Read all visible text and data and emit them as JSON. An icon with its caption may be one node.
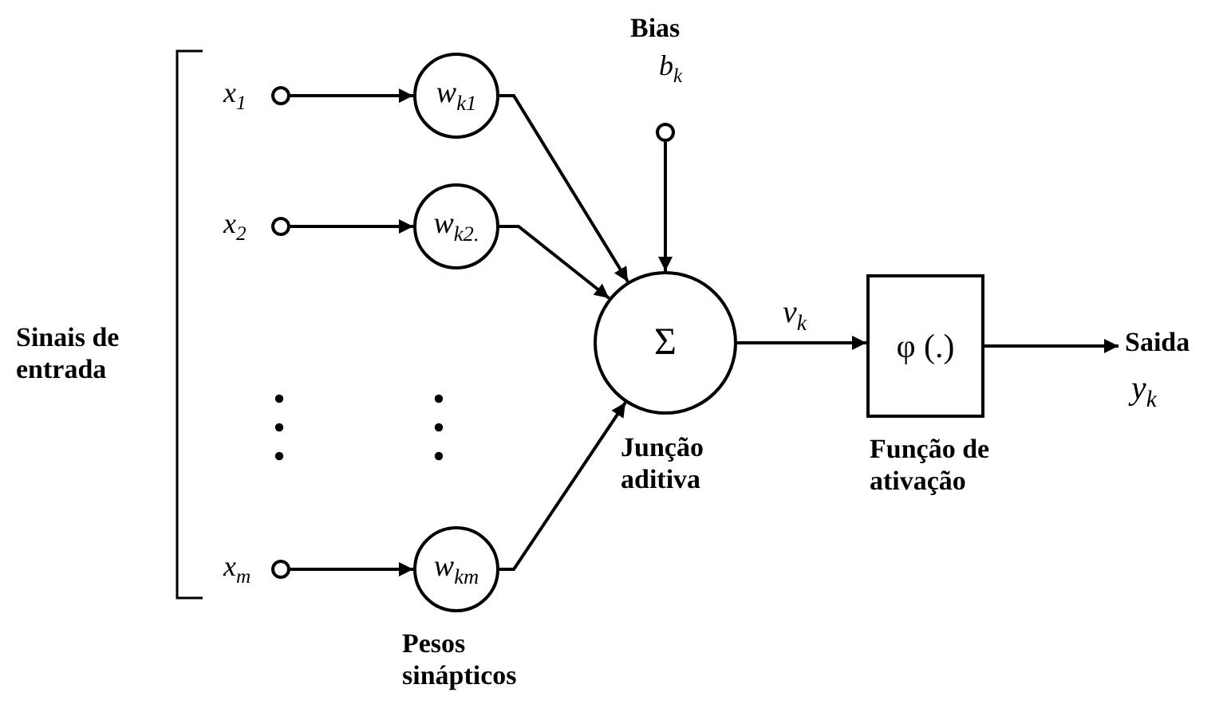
{
  "diagram": {
    "nodes": [
      {
        "text": [],
        "shape": "circle",
        "beside": [
          "x$_{1}$"
        ]
      },
      {
        "text": [],
        "shape": "circle",
        "beside": [
          "x$_{2}$"
        ]
      },
      {
        "text": [],
        "shape": "circle",
        "beside": [
          "x$_{m}$"
        ]
      },
      {
        "text": [
          "w$_{k1}$"
        ]
      },
      {
        "text": [
          "w$_{k2.}$"
        ]
      },
      {
        "text": [
          "w$_{km}$"
        ]
      },
      {
        "text": [],
        "shape": "circle",
        "beside": [
          "Bias",
          "b$_{k}$"
        ]
      },
      {
        "text": [
          "Σ"
        ],
        "beside": [
          "Junção aditiva"
        ]
      },
      {
        "text": [
          "φ (.)"
        ],
        "beside": [
          "Função de ativação"
        ]
      },
      {
        "text": [
          "Saida",
          "y$_{k}$"
        ]
      }
    ],
    "edges": [
      {
        "from": 0,
        "to": 3,
        "arrow": "to"
      },
      {
        "from": 1,
        "to": 4,
        "arrow": "to"
      },
      {
        "from": 2,
        "to": 5,
        "arrow": "to"
      },
      {
        "from": 3,
        "to": 7,
        "arrow": "to"
      },
      {
        "from": 4,
        "to": 7,
        "arrow": "to"
      },
      {
        "from": 5,
        "to": 7,
        "arrow": "to"
      },
      {
        "from": 6,
        "to": 7,
        "arrow": "to"
      },
      {
        "from": 7,
        "to": 8,
        "label": "v$_{k}$",
        "arrow": "to"
      },
      {
        "from": 8,
        "to": 9,
        "arrow": "to"
      }
    ],
    "labels": [
      "Sinais de entrada",
      "Pesos sinápticos"
    ]
  }
}
